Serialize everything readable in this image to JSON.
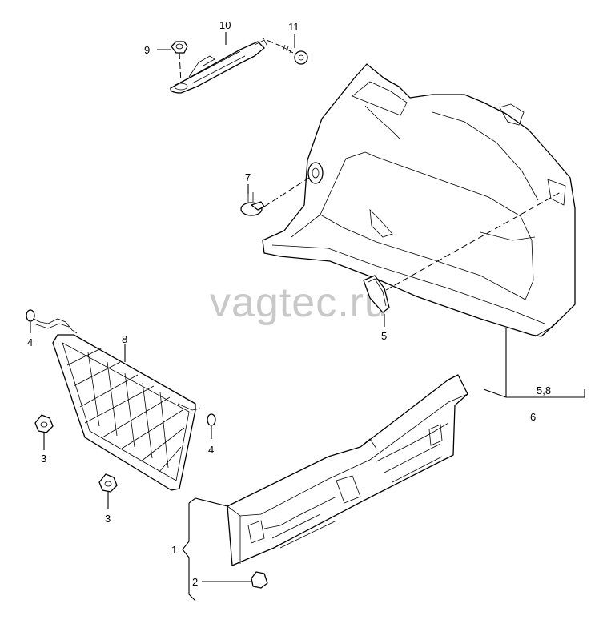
{
  "diagram": {
    "watermark": "vagtec.ru",
    "callouts": [
      {
        "id": "c1",
        "text": "1"
      },
      {
        "id": "c2",
        "text": "2"
      },
      {
        "id": "c3a",
        "text": "3"
      },
      {
        "id": "c3b",
        "text": "3"
      },
      {
        "id": "c4a",
        "text": "4"
      },
      {
        "id": "c4b",
        "text": "4"
      },
      {
        "id": "c5",
        "text": "5"
      },
      {
        "id": "c58",
        "text": "5,8"
      },
      {
        "id": "c6",
        "text": "6"
      },
      {
        "id": "c7",
        "text": "7"
      },
      {
        "id": "c8",
        "text": "8"
      },
      {
        "id": "c9",
        "text": "9"
      },
      {
        "id": "c10",
        "text": "10"
      },
      {
        "id": "c11",
        "text": "11"
      }
    ]
  }
}
